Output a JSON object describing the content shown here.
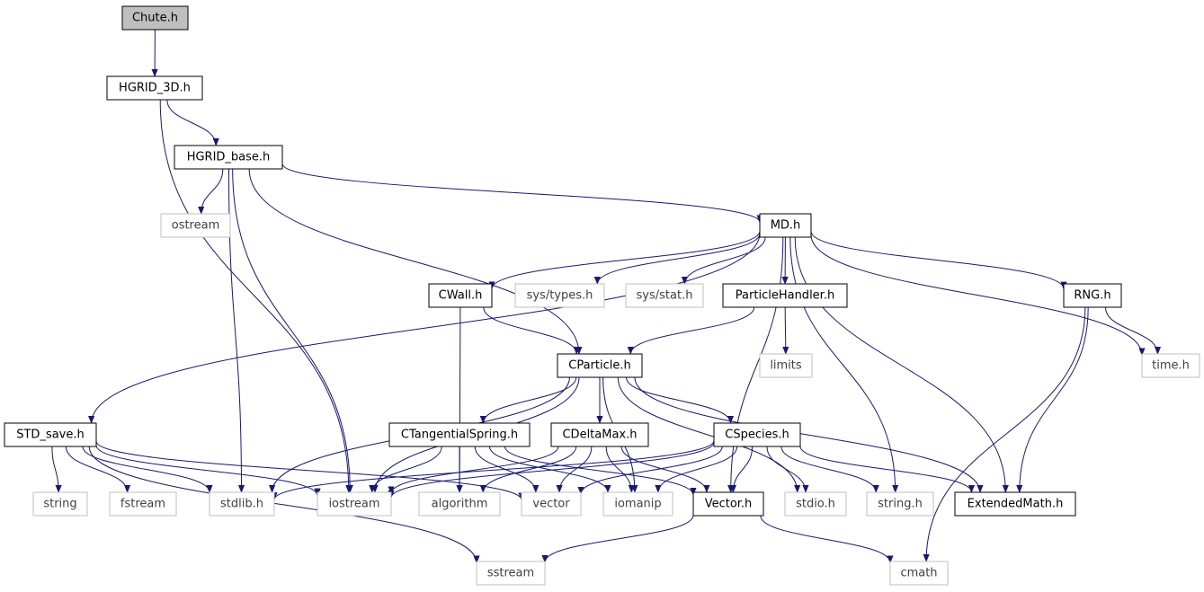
{
  "diagram": {
    "colors": {
      "edge": "#191970",
      "root_fill": "#bfbfbf",
      "project_border": "#000000",
      "external_border": "#bfbfbf",
      "external_text": "#404040",
      "project_text": "#000000"
    },
    "nodes": {
      "chute_h": "Chute.h",
      "hgrid_3d_h": "HGRID_3D.h",
      "hgrid_base_h": "HGRID_base.h",
      "ostream": "ostream",
      "md_h": "MD.h",
      "cwall_h": "CWall.h",
      "sys_types_h": "sys/types.h",
      "sys_stat_h": "sys/stat.h",
      "particlehandler_h": "ParticleHandler.h",
      "rng_h": "RNG.h",
      "cparticle_h": "CParticle.h",
      "limits": "limits",
      "time_h": "time.h",
      "std_save_h": "STD_save.h",
      "ctangentialspring_h": "CTangentialSpring.h",
      "cdeltamax_h": "CDeltaMax.h",
      "cspecies_h": "CSpecies.h",
      "string": "string",
      "fstream": "fstream",
      "stdlib_h": "stdlib.h",
      "iostream": "iostream",
      "algorithm": "algorithm",
      "vector": "vector",
      "iomanip": "iomanip",
      "vector_h": "Vector.h",
      "stdio_h": "stdio.h",
      "string_h": "string.h",
      "extendedmath_h": "ExtendedMath.h",
      "sstream": "sstream",
      "cmath": "cmath"
    },
    "edges": [
      [
        "chute_h",
        "hgrid_3d_h"
      ],
      [
        "hgrid_3d_h",
        "hgrid_base_h"
      ],
      [
        "hgrid_3d_h",
        "iostream"
      ],
      [
        "hgrid_base_h",
        "md_h"
      ],
      [
        "hgrid_base_h",
        "ostream"
      ],
      [
        "hgrid_base_h",
        "stdlib_h"
      ],
      [
        "hgrid_base_h",
        "iostream"
      ],
      [
        "hgrid_base_h",
        "cparticle_h"
      ],
      [
        "md_h",
        "cwall_h"
      ],
      [
        "md_h",
        "sys_types_h"
      ],
      [
        "md_h",
        "sys_stat_h"
      ],
      [
        "md_h",
        "particlehandler_h"
      ],
      [
        "md_h",
        "rng_h"
      ],
      [
        "md_h",
        "time_h"
      ],
      [
        "md_h",
        "std_save_h"
      ],
      [
        "md_h",
        "vector_h"
      ],
      [
        "md_h",
        "string_h"
      ],
      [
        "md_h",
        "extendedmath_h"
      ],
      [
        "cwall_h",
        "cparticle_h"
      ],
      [
        "cwall_h",
        "algorithm"
      ],
      [
        "particlehandler_h",
        "cparticle_h"
      ],
      [
        "particlehandler_h",
        "limits"
      ],
      [
        "rng_h",
        "time_h"
      ],
      [
        "rng_h",
        "extendedmath_h"
      ],
      [
        "rng_h",
        "cmath"
      ],
      [
        "cparticle_h",
        "ctangentialspring_h"
      ],
      [
        "cparticle_h",
        "cdeltamax_h"
      ],
      [
        "cparticle_h",
        "cspecies_h"
      ],
      [
        "cparticle_h",
        "stdlib_h"
      ],
      [
        "cparticle_h",
        "iostream"
      ],
      [
        "cparticle_h",
        "iomanip"
      ],
      [
        "cparticle_h",
        "stdio_h"
      ],
      [
        "cparticle_h",
        "extendedmath_h"
      ],
      [
        "std_save_h",
        "string"
      ],
      [
        "std_save_h",
        "fstream"
      ],
      [
        "std_save_h",
        "stdlib_h"
      ],
      [
        "std_save_h",
        "iostream"
      ],
      [
        "std_save_h",
        "vector"
      ],
      [
        "std_save_h",
        "sstream"
      ],
      [
        "ctangentialspring_h",
        "iostream"
      ],
      [
        "ctangentialspring_h",
        "algorithm"
      ],
      [
        "ctangentialspring_h",
        "vector"
      ],
      [
        "ctangentialspring_h",
        "iomanip"
      ],
      [
        "ctangentialspring_h",
        "vector_h"
      ],
      [
        "cdeltamax_h",
        "iostream"
      ],
      [
        "cdeltamax_h",
        "algorithm"
      ],
      [
        "cdeltamax_h",
        "vector"
      ],
      [
        "cdeltamax_h",
        "iomanip"
      ],
      [
        "cdeltamax_h",
        "vector_h"
      ],
      [
        "cspecies_h",
        "stdlib_h"
      ],
      [
        "cspecies_h",
        "iostream"
      ],
      [
        "cspecies_h",
        "vector"
      ],
      [
        "cspecies_h",
        "iomanip"
      ],
      [
        "cspecies_h",
        "vector_h"
      ],
      [
        "cspecies_h",
        "stdio_h"
      ],
      [
        "cspecies_h",
        "string_h"
      ],
      [
        "cspecies_h",
        "extendedmath_h"
      ],
      [
        "vector_h",
        "sstream"
      ],
      [
        "vector_h",
        "cmath"
      ]
    ]
  }
}
